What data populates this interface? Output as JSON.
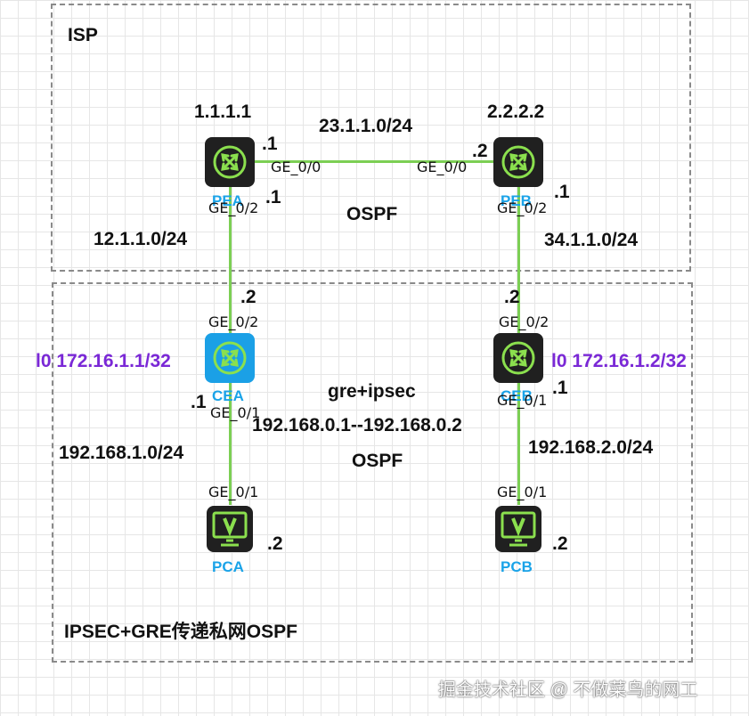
{
  "zones": {
    "isp_label": "ISP",
    "private_label": "IPSEC+GRE传递私网OSPF"
  },
  "devices": {
    "pea": {
      "name": "PEA",
      "id": "1.1.1.1"
    },
    "peb": {
      "name": "PEB",
      "id": "2.2.2.2"
    },
    "cea": {
      "name": "CEA",
      "loopback": "l0 172.16.1.1/32"
    },
    "ceb": {
      "name": "CEB",
      "loopback": "l0 172.16.1.2/32"
    },
    "pca": {
      "name": "PCA",
      "host": ".2"
    },
    "pcb": {
      "name": "PCB",
      "host": ".2"
    }
  },
  "links": {
    "pea_peb": {
      "subnet": "23.1.1.0/24",
      "port_a": "GE_0/0",
      "port_b": "GE_0/0",
      "host_a": ".1",
      "host_b": ".2"
    },
    "pea_cea": {
      "subnet": "12.1.1.0/24",
      "port_a": "GE_0/2",
      "port_b": "GE_0/2",
      "host_a": ".1",
      "host_b": ".2"
    },
    "peb_ceb": {
      "subnet": "34.1.1.0/24",
      "port_a": "GE_0/2",
      "port_b": "GE_0/2",
      "host_a": ".1",
      "host_b": ".2"
    },
    "cea_pca": {
      "subnet": "192.168.1.0/24",
      "port_a": "GE_0/1",
      "port_b": "GE_0/1",
      "host_a": ".1"
    },
    "ceb_pcb": {
      "subnet": "192.168.2.0/24",
      "port_a": "GE_0/1",
      "port_b": "GE_0/1",
      "host_a": ".1"
    }
  },
  "protocols": {
    "isp_ospf": "OSPF",
    "tunnel": "gre+ipsec",
    "tunnel_addresses": "192.168.0.1--192.168.0.2",
    "private_ospf": "OSPF"
  },
  "watermark": "掘金技术社区 @ 不做菜鸟的网工",
  "colors": {
    "link": "#7ccf54",
    "router": "#202020",
    "router_highlight": "#1ba0e6",
    "label_blue": "#1aa3e8",
    "loopback_purple": "#7a28d6"
  },
  "icons": [
    "router-icon",
    "pc-icon"
  ]
}
